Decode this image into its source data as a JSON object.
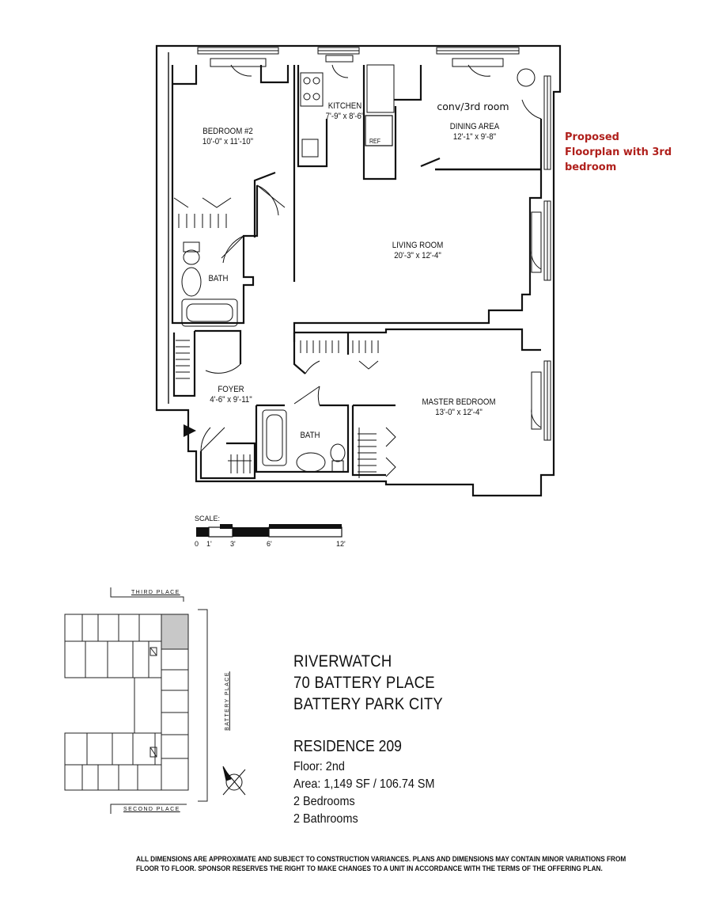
{
  "rooms": [
    {
      "id": "bedroom2",
      "name": "BEDROOM #2",
      "dims": "10'-0\" x 11'-10\""
    },
    {
      "id": "kitchen",
      "name": "KITCHEN",
      "dims": "7'-9\" x 8'-6\""
    },
    {
      "id": "dining",
      "name": "DINING AREA",
      "dims": "12'-1\" x 9'-8\""
    },
    {
      "id": "living",
      "name": "LIVING ROOM",
      "dims": "20'-3\" x 12'-4\""
    },
    {
      "id": "foyer",
      "name": "FOYER",
      "dims": "4'-6\" x 9'-11\""
    },
    {
      "id": "master",
      "name": "MASTER BEDROOM",
      "dims": "13'-0\" x 12'-4\""
    }
  ],
  "bath_label": "BATH",
  "ref_label": "REF",
  "conv_label": "conv/3rd room",
  "annotation": [
    "Proposed",
    "Floorplan with 3rd",
    "bedroom"
  ],
  "scale": {
    "label": "SCALE:",
    "ticks": [
      "0",
      "1'",
      "3'",
      "6'",
      "12'"
    ]
  },
  "streets": {
    "top": "THIRD PLACE",
    "right": "BATTERY PLACE",
    "bottom": "SECOND PLACE"
  },
  "building": [
    "RIVERWATCH",
    "70 BATTERY PLACE",
    "BATTERY PARK CITY"
  ],
  "residence": "RESIDENCE 209",
  "facts": [
    "Floor:  2nd",
    "Area: 1,149 SF / 106.74 SM",
    "2 Bedrooms",
    "2 Bathrooms"
  ],
  "disclaimer": [
    "ALL DIMENSIONS ARE APPROXIMATE AND SUBJECT TO CONSTRUCTION VARIANCES.  PLANS AND DIMENSIONS MAY CONTAIN MINOR VARIATIONS FROM",
    "FLOOR TO FLOOR.  SPONSOR RESERVES THE RIGHT TO MAKE CHANGES TO A UNIT IN ACCORDANCE  WITH THE TERMS OF THE OFFERING PLAN."
  ],
  "colors": {
    "ink": "#111111",
    "note": "#b0201c",
    "highlight": "#c8c8c8"
  }
}
